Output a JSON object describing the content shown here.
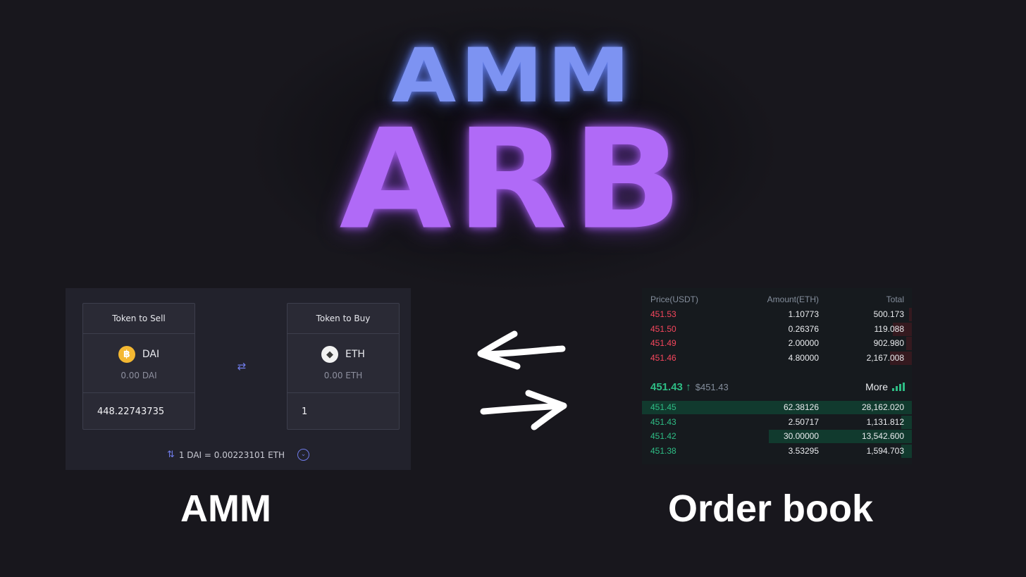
{
  "title": {
    "top": "AMM",
    "bottom": "ARB"
  },
  "amm": {
    "sell": {
      "header": "Token to Sell",
      "symbol": "DAI",
      "balance": "0.00 DAI",
      "amount": "448.22743735",
      "icon": "dai-coin-icon"
    },
    "buy": {
      "header": "Token to Buy",
      "symbol": "ETH",
      "balance": "0.00 ETH",
      "amount": "1",
      "icon": "eth-coin-icon"
    },
    "swap_icon": "swap-arrows-icon",
    "rate": "1 DAI = 0.00223101 ETH",
    "accent_color": "#6f7be8"
  },
  "order_book": {
    "headers": {
      "price": "Price(USDT)",
      "amount": "Amount(ETH)",
      "total": "Total"
    },
    "asks": [
      {
        "price": "451.53",
        "amount": "1.10773",
        "total": "500.173",
        "depth": 0.01
      },
      {
        "price": "451.50",
        "amount": "0.26376",
        "total": "119.088",
        "depth": 0.07
      },
      {
        "price": "451.49",
        "amount": "2.00000",
        "total": "902.980",
        "depth": 0.02
      },
      {
        "price": "451.46",
        "amount": "4.80000",
        "total": "2,167.008",
        "depth": 0.08
      }
    ],
    "mid": {
      "price": "451.43",
      "arrow": "↑",
      "usd": "$451.43",
      "more": "More"
    },
    "bids": [
      {
        "price": "451.45",
        "amount": "62.38126",
        "total": "28,162.020",
        "depth": 1.0
      },
      {
        "price": "451.43",
        "amount": "2.50717",
        "total": "1,131.812",
        "depth": 0.04
      },
      {
        "price": "451.42",
        "amount": "30.00000",
        "total": "13,542.600",
        "depth": 0.53
      },
      {
        "price": "451.38",
        "amount": "3.53295",
        "total": "1,594.703",
        "depth": 0.04
      }
    ],
    "ask_color": "#f6465d",
    "bid_color": "#2ebd85"
  },
  "labels": {
    "left": "AMM",
    "right": "Order book"
  }
}
